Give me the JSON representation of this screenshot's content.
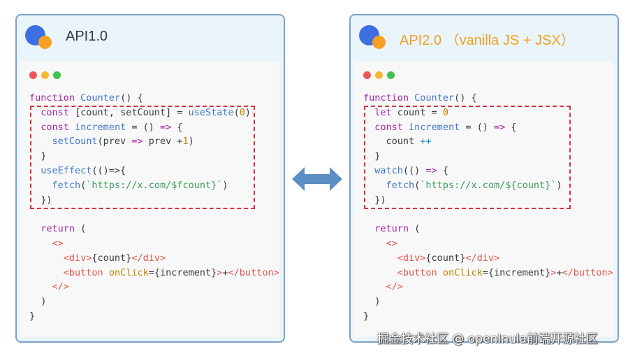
{
  "left_panel": {
    "title": "API1.0",
    "code_lines": [
      [
        {
          "t": "function ",
          "c": "kw"
        },
        {
          "t": "Counter",
          "c": "fn"
        },
        {
          "t": "() {",
          "c": ""
        }
      ],
      [
        {
          "t": "  ",
          "c": ""
        },
        {
          "t": "const ",
          "c": "kw"
        },
        {
          "t": "[count, setCount] = ",
          "c": ""
        },
        {
          "t": "useState",
          "c": "fn"
        },
        {
          "t": "(",
          "c": ""
        },
        {
          "t": "0",
          "c": "num"
        },
        {
          "t": ")",
          "c": ""
        }
      ],
      [
        {
          "t": "  ",
          "c": ""
        },
        {
          "t": "const ",
          "c": "kw"
        },
        {
          "t": "increment",
          "c": "fn"
        },
        {
          "t": " = () ",
          "c": ""
        },
        {
          "t": "=>",
          "c": "kw"
        },
        {
          "t": " {",
          "c": ""
        }
      ],
      [
        {
          "t": "    ",
          "c": ""
        },
        {
          "t": "setCount",
          "c": "fn"
        },
        {
          "t": "(prev ",
          "c": ""
        },
        {
          "t": "=>",
          "c": "kw"
        },
        {
          "t": " prev +",
          "c": ""
        },
        {
          "t": "1",
          "c": "num"
        },
        {
          "t": ")",
          "c": ""
        }
      ],
      [
        {
          "t": "  }",
          "c": ""
        }
      ],
      [
        {
          "t": "  ",
          "c": ""
        },
        {
          "t": "useEffect",
          "c": "fn"
        },
        {
          "t": "(()=>{",
          "c": ""
        }
      ],
      [
        {
          "t": "    ",
          "c": ""
        },
        {
          "t": "fetch",
          "c": "fn"
        },
        {
          "t": "(",
          "c": ""
        },
        {
          "t": "`https://x.com/$fcount}`",
          "c": "str"
        },
        {
          "t": ")",
          "c": ""
        }
      ],
      [
        {
          "t": "  })",
          "c": ""
        }
      ],
      [
        {
          "t": "",
          "c": ""
        }
      ],
      [
        {
          "t": "  ",
          "c": ""
        },
        {
          "t": "return",
          "c": "kw"
        },
        {
          "t": " (",
          "c": ""
        }
      ],
      [
        {
          "t": "    ",
          "c": ""
        },
        {
          "t": "<>",
          "c": "tag"
        }
      ],
      [
        {
          "t": "      ",
          "c": ""
        },
        {
          "t": "<div>",
          "c": "tag"
        },
        {
          "t": "{count}",
          "c": ""
        },
        {
          "t": "</div>",
          "c": "tag"
        }
      ],
      [
        {
          "t": "      ",
          "c": ""
        },
        {
          "t": "<button ",
          "c": "tag"
        },
        {
          "t": "onClick",
          "c": "num"
        },
        {
          "t": "={increment}",
          "c": ""
        },
        {
          "t": ">",
          "c": "tag"
        },
        {
          "t": "+",
          "c": ""
        },
        {
          "t": "</button>",
          "c": "tag"
        }
      ],
      [
        {
          "t": "    ",
          "c": ""
        },
        {
          "t": "</>",
          "c": "tag"
        }
      ],
      [
        {
          "t": "  )",
          "c": ""
        }
      ],
      [
        {
          "t": "}",
          "c": ""
        }
      ]
    ]
  },
  "right_panel": {
    "title": "API2.0 （vanilla JS + JSX）",
    "code_lines": [
      [
        {
          "t": "function ",
          "c": "kw"
        },
        {
          "t": "Counter",
          "c": "fn"
        },
        {
          "t": "() {",
          "c": ""
        }
      ],
      [
        {
          "t": "  ",
          "c": ""
        },
        {
          "t": "let ",
          "c": "kw"
        },
        {
          "t": "count = ",
          "c": ""
        },
        {
          "t": "0",
          "c": "num"
        }
      ],
      [
        {
          "t": "  ",
          "c": ""
        },
        {
          "t": "const ",
          "c": "kw"
        },
        {
          "t": "increment",
          "c": "fn"
        },
        {
          "t": " = () ",
          "c": ""
        },
        {
          "t": "=>",
          "c": "kw"
        },
        {
          "t": " {",
          "c": ""
        }
      ],
      [
        {
          "t": "    count ",
          "c": ""
        },
        {
          "t": "++",
          "c": "op"
        }
      ],
      [
        {
          "t": "  }",
          "c": ""
        }
      ],
      [
        {
          "t": "  ",
          "c": ""
        },
        {
          "t": "watch",
          "c": "fn"
        },
        {
          "t": "(() ",
          "c": ""
        },
        {
          "t": "=>",
          "c": "kw"
        },
        {
          "t": " {",
          "c": ""
        }
      ],
      [
        {
          "t": "    ",
          "c": ""
        },
        {
          "t": "fetch",
          "c": "fn"
        },
        {
          "t": "(",
          "c": ""
        },
        {
          "t": "`https://x.com/${count}`",
          "c": "str"
        },
        {
          "t": ")",
          "c": ""
        }
      ],
      [
        {
          "t": "  })",
          "c": ""
        }
      ],
      [
        {
          "t": "",
          "c": ""
        }
      ],
      [
        {
          "t": "  ",
          "c": ""
        },
        {
          "t": "return",
          "c": "kw"
        },
        {
          "t": " (",
          "c": ""
        }
      ],
      [
        {
          "t": "    ",
          "c": ""
        },
        {
          "t": "<>",
          "c": "tag"
        }
      ],
      [
        {
          "t": "      ",
          "c": ""
        },
        {
          "t": "<div>",
          "c": "tag"
        },
        {
          "t": "{count}",
          "c": ""
        },
        {
          "t": "</div>",
          "c": "tag"
        }
      ],
      [
        {
          "t": "      ",
          "c": ""
        },
        {
          "t": "<button ",
          "c": "tag"
        },
        {
          "t": "onClick",
          "c": "num"
        },
        {
          "t": "={increment}",
          "c": ""
        },
        {
          "t": ">",
          "c": "tag"
        },
        {
          "t": "+",
          "c": ""
        },
        {
          "t": "</button>",
          "c": "tag"
        }
      ],
      [
        {
          "t": "    ",
          "c": ""
        },
        {
          "t": "</>",
          "c": "tag"
        }
      ],
      [
        {
          "t": "  )",
          "c": ""
        }
      ],
      [
        {
          "t": "}",
          "c": ""
        }
      ]
    ]
  },
  "watermark": "掘金技术社区 @ openInula前端开源社区",
  "colors": {
    "panel_border": "#7aa3c8",
    "arrow": "#5b8fc5",
    "dashed_box": "#d6323f",
    "title_accent": "#f0a020"
  },
  "icons": [
    "logo-icon",
    "double-arrow-icon"
  ]
}
